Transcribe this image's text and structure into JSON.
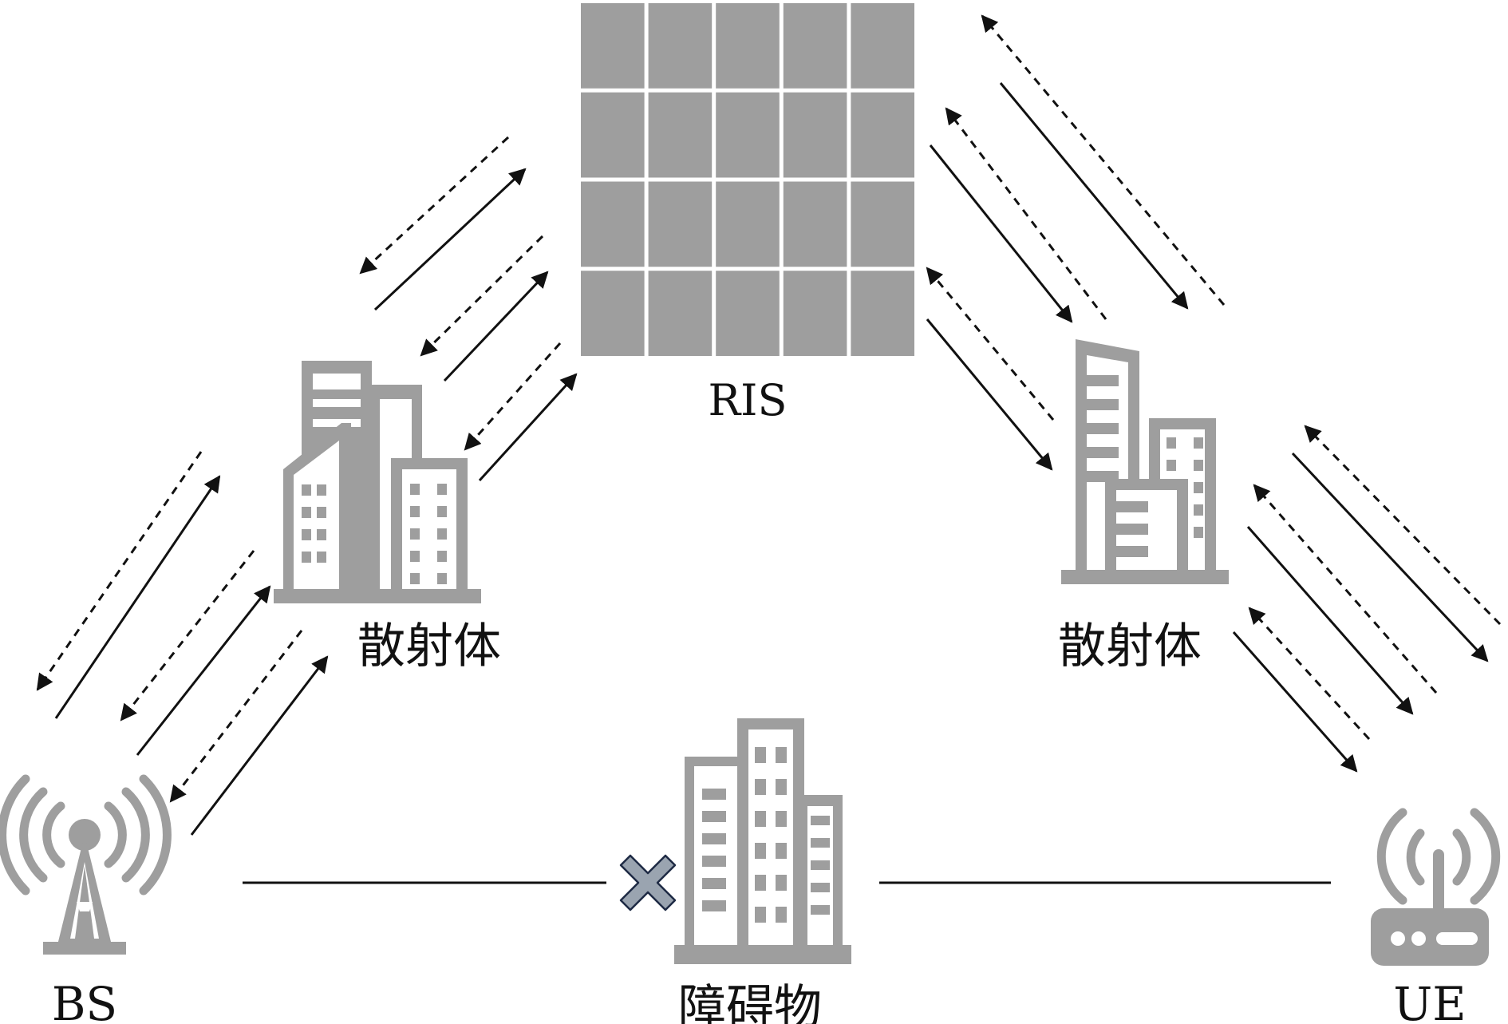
{
  "labels": {
    "ris": "RIS",
    "scatterer_left": "散射体",
    "scatterer_right": "散射体",
    "obstacle": "障碍物",
    "bs": "BS",
    "ue": "UE"
  },
  "ris": {
    "rows": 4,
    "cols": 5
  },
  "colors": {
    "icon_gray": "#9e9e9e",
    "arrow": "#111111",
    "blocked_mark_fill": "#9aa4b0",
    "blocked_mark_stroke": "#1e2a44"
  },
  "icons": {
    "bs": "cell-tower-icon",
    "ue": "wifi-router-icon",
    "scatterer_left": "buildings-icon",
    "scatterer_right": "buildings-icon",
    "obstacle": "building-icon",
    "blocked": "x-mark-icon"
  }
}
